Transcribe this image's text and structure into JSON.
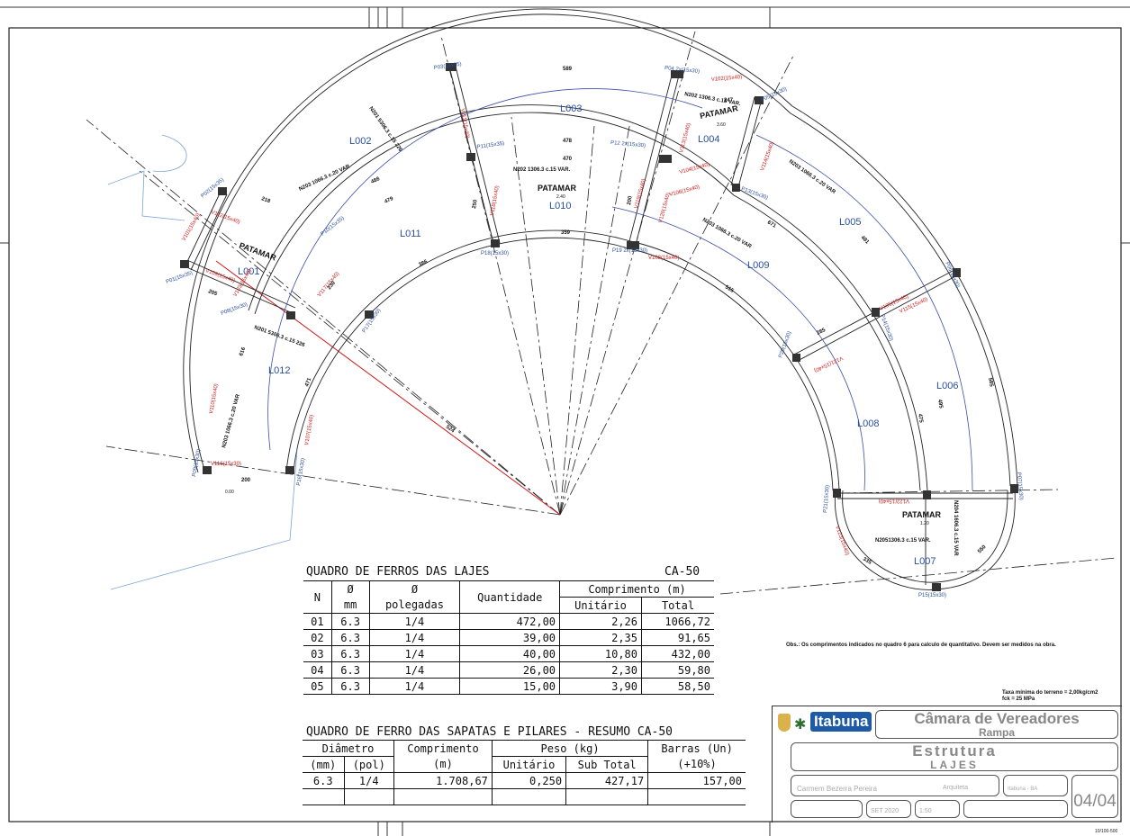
{
  "labels": {
    "patamar": "PATAMAR",
    "slabs": [
      {
        "id": "L001",
        "text": "L001"
      },
      {
        "id": "L002",
        "text": "L002"
      },
      {
        "id": "L003",
        "text": "L003"
      },
      {
        "id": "L004",
        "text": "L004"
      },
      {
        "id": "L005",
        "text": "L005"
      },
      {
        "id": "L006",
        "text": "L006"
      },
      {
        "id": "L007",
        "text": "L007"
      },
      {
        "id": "L008",
        "text": "L008"
      },
      {
        "id": "L009",
        "text": "L009"
      },
      {
        "id": "L010",
        "text": "L010"
      },
      {
        "id": "L011",
        "text": "L011"
      },
      {
        "id": "L012",
        "text": "L012"
      }
    ],
    "pillars": [
      "P01(15x35)",
      "P02(15x35)",
      "P03(15x35)",
      "P04 2x(15x30)",
      "P05(15x30)",
      "P06(15x30)",
      "P07(15x30)",
      "P08(15x30)",
      "P09(15x30)",
      "P10(15x35)",
      "P11(15x35)",
      "P12 2x(15x30)",
      "P13(15x30)",
      "P14(15x30)",
      "P15(15x30)",
      "P16(15x30)",
      "P17(15x30)",
      "P18(15x30)",
      "P19 2x(15x30)",
      "P20(15x30)",
      "P21(15x30)"
    ],
    "beams": [
      "V101(15x40)",
      "V102(15x40)",
      "V103(15x40)",
      "V104(15x40)",
      "V105(15x40)",
      "V106(15x40)",
      "V107(15x40)",
      "V108(15x40)",
      "V109(15x40)",
      "V110(15x40)",
      "V111(15x40)",
      "V112(15x40)",
      "V113(15x40)",
      "V114(15x40)",
      "V115(15x40)",
      "V116(15x30)",
      "V117(15x40)",
      "V118(15x40)",
      "V119(15x40)",
      "V120(15x40)",
      "V121(15x40)",
      "V122(15x40)",
      "V123(15x40)"
    ],
    "rebars": {
      "n201": "N201 5306.3 c.15 226",
      "n202": "N202 1306.3 c.15 VAR.",
      "n203": "N203 1066.3 c.20 VAR",
      "n204": "N204 1606.3 c.15 VAR",
      "n205": "N2051306.3 c.15 VAR."
    },
    "dims": [
      "589",
      "247",
      "478",
      "470",
      "359",
      "515",
      "671",
      "481",
      "218",
      "200",
      "205",
      "230",
      "524",
      "616",
      "471",
      "386",
      "479",
      "488",
      "250",
      "285",
      "200",
      "495",
      "585",
      "550",
      "475",
      "335"
    ],
    "levels": [
      "0.00",
      "1.20",
      "2.40",
      "3.60"
    ]
  },
  "table1": {
    "title": "QUADRO DE FERROS DAS LAJES",
    "grade": "CA-50",
    "headers": {
      "n": "N",
      "mm_sym": "Ø",
      "mm": "mm",
      "pol_sym": "Ø",
      "pol": "polegadas",
      "qty": "Quantidade",
      "comp": "Comprimento (m)",
      "unit": "Unitário",
      "total": "Total"
    },
    "rows": [
      {
        "n": "01",
        "mm": "6.3",
        "pol": "1/4",
        "qty": "472,00",
        "unit": "2,26",
        "total": "1066,72"
      },
      {
        "n": "02",
        "mm": "6.3",
        "pol": "1/4",
        "qty": "39,00",
        "unit": "2,35",
        "total": "91,65"
      },
      {
        "n": "03",
        "mm": "6.3",
        "pol": "1/4",
        "qty": "40,00",
        "unit": "10,80",
        "total": "432,00"
      },
      {
        "n": "04",
        "mm": "6.3",
        "pol": "1/4",
        "qty": "26,00",
        "unit": "2,30",
        "total": "59,80"
      },
      {
        "n": "05",
        "mm": "6.3",
        "pol": "1/4",
        "qty": "15,00",
        "unit": "3,90",
        "total": "58,50"
      }
    ]
  },
  "table2": {
    "title": "QUADRO DE FERRO DAS SAPATAS E PILARES - RESUMO CA-50",
    "headers": {
      "diam": "Diâmetro",
      "comp": "Comprimento",
      "peso": "Peso (kg)",
      "barras": "Barras (Un)",
      "mm": "(mm)",
      "pol": "(pol)",
      "m": "(m)",
      "unit": "Unitário",
      "sub": "Sub Total",
      "plus": "(+10%)"
    },
    "row": {
      "mm": "6.3",
      "pol": "1/4",
      "comp": "1.708,67",
      "unit": "0,250",
      "sub": "427,17",
      "barras": "157,00"
    }
  },
  "notes": {
    "obs": "Obs.: Os comprimentos indicados no quadro 6 para calculo de quantitativo. Devem ser medidos na obra.",
    "soil": "Taxa mínima do terreno = 2,00kg/cm2",
    "fck": "fck = 25 MPa"
  },
  "titleblock": {
    "logo": "Itabuna",
    "client": "Câmara de Vereadores",
    "subtitle": "Rampa",
    "project": "Estrutura",
    "sheet_title": "LAJES",
    "author": "Carmem Bezerra Pereira",
    "city": "Itabuna - BA",
    "role": "Arquiteta",
    "date": "SET 2020",
    "scale": "1:50",
    "sheet": "04/04"
  },
  "file_ref": "10/100-500"
}
